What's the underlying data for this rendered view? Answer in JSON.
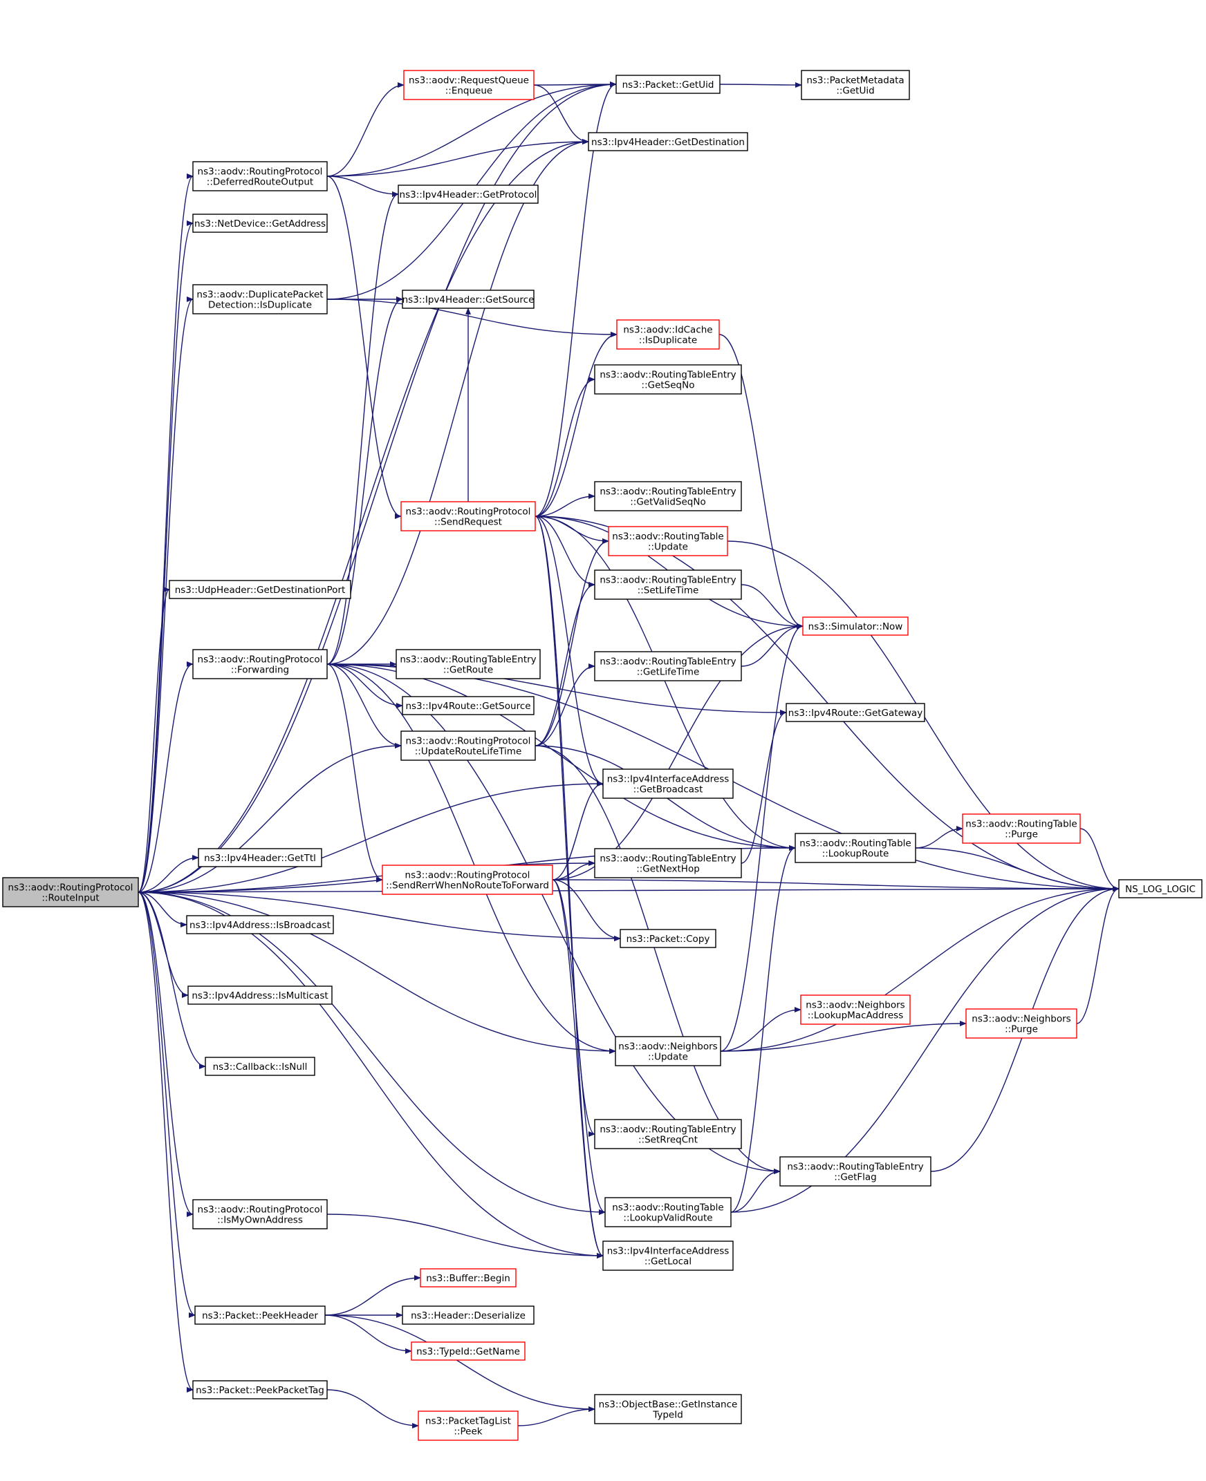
{
  "colors": {
    "edge": "#191970",
    "border": "#000000",
    "border_red": "#ff0000",
    "root_fill": "#bfbfbf"
  },
  "nodes": [
    {
      "id": "root",
      "label": [
        "ns3::aodv::RoutingProtocol",
        "::RouteInput"
      ],
      "style": "root"
    },
    {
      "id": "deferred",
      "label": [
        "ns3::aodv::RoutingProtocol",
        "::DeferredRouteOutput"
      ],
      "style": "normal"
    },
    {
      "id": "netdev",
      "label": [
        "ns3::NetDevice::GetAddress"
      ],
      "style": "normal"
    },
    {
      "id": "duppkt",
      "label": [
        "ns3::aodv::DuplicatePacket",
        "Detection::IsDuplicate"
      ],
      "style": "normal"
    },
    {
      "id": "udp",
      "label": [
        "ns3::UdpHeader::GetDestinationPort"
      ],
      "style": "normal"
    },
    {
      "id": "forwarding",
      "label": [
        "ns3::aodv::RoutingProtocol",
        "::Forwarding"
      ],
      "style": "normal"
    },
    {
      "id": "getttl",
      "label": [
        "ns3::Ipv4Header::GetTtl"
      ],
      "style": "normal"
    },
    {
      "id": "isbcast",
      "label": [
        "ns3::Ipv4Address::IsBroadcast"
      ],
      "style": "normal"
    },
    {
      "id": "ismcast",
      "label": [
        "ns3::Ipv4Address::IsMulticast"
      ],
      "style": "normal"
    },
    {
      "id": "isnull",
      "label": [
        "ns3::Callback::IsNull"
      ],
      "style": "normal"
    },
    {
      "id": "isown",
      "label": [
        "ns3::aodv::RoutingProtocol",
        "::IsMyOwnAddress"
      ],
      "style": "normal"
    },
    {
      "id": "peekhdr",
      "label": [
        "ns3::Packet::PeekHeader"
      ],
      "style": "normal"
    },
    {
      "id": "peektag",
      "label": [
        "ns3::Packet::PeekPacketTag"
      ],
      "style": "normal"
    },
    {
      "id": "enqueue",
      "label": [
        "ns3::aodv::RequestQueue",
        "::Enqueue"
      ],
      "style": "red"
    },
    {
      "id": "getproto",
      "label": [
        "ns3::Ipv4Header::GetProtocol"
      ],
      "style": "normal"
    },
    {
      "id": "getsrc",
      "label": [
        "ns3::Ipv4Header::GetSource"
      ],
      "style": "normal"
    },
    {
      "id": "sendreq",
      "label": [
        "ns3::aodv::RoutingProtocol",
        "::SendRequest"
      ],
      "style": "red"
    },
    {
      "id": "rte_getroute",
      "label": [
        "ns3::aodv::RoutingTableEntry",
        "::GetRoute"
      ],
      "style": "normal"
    },
    {
      "id": "ipv4route_src",
      "label": [
        "ns3::Ipv4Route::GetSource"
      ],
      "style": "normal"
    },
    {
      "id": "updlife",
      "label": [
        "ns3::aodv::RoutingProtocol",
        "::UpdateRouteLifeTime"
      ],
      "style": "normal"
    },
    {
      "id": "sendrerr",
      "label": [
        "ns3::aodv::RoutingProtocol",
        "::SendRerrWhenNoRouteToForward"
      ],
      "style": "red"
    },
    {
      "id": "bufbegin",
      "label": [
        "ns3::Buffer::Begin"
      ],
      "style": "red"
    },
    {
      "id": "deser",
      "label": [
        "ns3::Header::Deserialize"
      ],
      "style": "normal"
    },
    {
      "id": "typename",
      "label": [
        "ns3::TypeId::GetName"
      ],
      "style": "red"
    },
    {
      "id": "ptlpeek",
      "label": [
        "ns3::PacketTagList",
        "::Peek"
      ],
      "style": "red"
    },
    {
      "id": "getuid",
      "label": [
        "ns3::Packet::GetUid"
      ],
      "style": "normal"
    },
    {
      "id": "getdest",
      "label": [
        "ns3::Ipv4Header::GetDestination"
      ],
      "style": "normal"
    },
    {
      "id": "idcache",
      "label": [
        "ns3::aodv::IdCache",
        "::IsDuplicate"
      ],
      "style": "red"
    },
    {
      "id": "getseqno",
      "label": [
        "ns3::aodv::RoutingTableEntry",
        "::GetSeqNo"
      ],
      "style": "normal"
    },
    {
      "id": "getvalidseq",
      "label": [
        "ns3::aodv::RoutingTableEntry",
        "::GetValidSeqNo"
      ],
      "style": "normal"
    },
    {
      "id": "rtupdate",
      "label": [
        "ns3::aodv::RoutingTable",
        "::Update"
      ],
      "style": "red"
    },
    {
      "id": "setlife",
      "label": [
        "ns3::aodv::RoutingTableEntry",
        "::SetLifeTime"
      ],
      "style": "normal"
    },
    {
      "id": "getlife",
      "label": [
        "ns3::aodv::RoutingTableEntry",
        "::GetLifeTime"
      ],
      "style": "normal"
    },
    {
      "id": "getbcast",
      "label": [
        "ns3::Ipv4InterfaceAddress",
        "::GetBroadcast"
      ],
      "style": "normal"
    },
    {
      "id": "getnexthop",
      "label": [
        "ns3::aodv::RoutingTableEntry",
        "::GetNextHop"
      ],
      "style": "normal"
    },
    {
      "id": "pktcopy",
      "label": [
        "ns3::Packet::Copy"
      ],
      "style": "normal"
    },
    {
      "id": "nbupdate",
      "label": [
        "ns3::aodv::Neighbors",
        "::Update"
      ],
      "style": "normal"
    },
    {
      "id": "setreqcnt",
      "label": [
        "ns3::aodv::RoutingTableEntry",
        "::SetRreqCnt"
      ],
      "style": "normal"
    },
    {
      "id": "lookupvalid",
      "label": [
        "ns3::aodv::RoutingTable",
        "::LookupValidRoute"
      ],
      "style": "normal"
    },
    {
      "id": "getlocal",
      "label": [
        "ns3::Ipv4InterfaceAddress",
        "::GetLocal"
      ],
      "style": "normal"
    },
    {
      "id": "getinsttype",
      "label": [
        "ns3::ObjectBase::GetInstance",
        "TypeId"
      ],
      "style": "normal"
    },
    {
      "id": "pmgetuid",
      "label": [
        "ns3::PacketMetadata",
        "::GetUid"
      ],
      "style": "normal"
    },
    {
      "id": "simnow",
      "label": [
        "ns3::Simulator::Now"
      ],
      "style": "red"
    },
    {
      "id": "getgw",
      "label": [
        "ns3::Ipv4Route::GetGateway"
      ],
      "style": "normal"
    },
    {
      "id": "lookuproute",
      "label": [
        "ns3::aodv::RoutingTable",
        "::LookupRoute"
      ],
      "style": "normal"
    },
    {
      "id": "lookupmac",
      "label": [
        "ns3::aodv::Neighbors",
        "::LookupMacAddress"
      ],
      "style": "red"
    },
    {
      "id": "getflag",
      "label": [
        "ns3::aodv::RoutingTableEntry",
        "::GetFlag"
      ],
      "style": "normal"
    },
    {
      "id": "rtpurge",
      "label": [
        "ns3::aodv::RoutingTable",
        "::Purge"
      ],
      "style": "red"
    },
    {
      "id": "nbpurge",
      "label": [
        "ns3::aodv::Neighbors",
        "::Purge"
      ],
      "style": "red"
    },
    {
      "id": "nslog",
      "label": [
        "NS_LOG_LOGIC"
      ],
      "style": "normal"
    }
  ],
  "edges": [
    [
      "root",
      "deferred"
    ],
    [
      "root",
      "netdev"
    ],
    [
      "root",
      "duppkt"
    ],
    [
      "root",
      "udp"
    ],
    [
      "root",
      "forwarding"
    ],
    [
      "root",
      "getttl"
    ],
    [
      "root",
      "isbcast"
    ],
    [
      "root",
      "ismcast"
    ],
    [
      "root",
      "isnull"
    ],
    [
      "root",
      "isown"
    ],
    [
      "root",
      "peekhdr"
    ],
    [
      "root",
      "peektag"
    ],
    [
      "root",
      "getuid"
    ],
    [
      "root",
      "getdest"
    ],
    [
      "root",
      "updlife"
    ],
    [
      "root",
      "getbcast"
    ],
    [
      "root",
      "getnexthop"
    ],
    [
      "root",
      "pktcopy"
    ],
    [
      "root",
      "nbupdate"
    ],
    [
      "root",
      "lookupvalid"
    ],
    [
      "root",
      "getlocal"
    ],
    [
      "root",
      "lookuproute"
    ],
    [
      "root",
      "nslog"
    ],
    [
      "deferred",
      "enqueue"
    ],
    [
      "deferred",
      "getuid"
    ],
    [
      "deferred",
      "getdest"
    ],
    [
      "deferred",
      "getproto"
    ],
    [
      "deferred",
      "sendreq"
    ],
    [
      "enqueue",
      "getuid"
    ],
    [
      "enqueue",
      "getdest"
    ],
    [
      "duppkt",
      "getsrc"
    ],
    [
      "duppkt",
      "idcache"
    ],
    [
      "duppkt",
      "getuid"
    ],
    [
      "forwarding",
      "getsrc"
    ],
    [
      "forwarding",
      "getdest"
    ],
    [
      "forwarding",
      "getproto"
    ],
    [
      "forwarding",
      "rte_getroute"
    ],
    [
      "forwarding",
      "ipv4route_src"
    ],
    [
      "forwarding",
      "updlife"
    ],
    [
      "forwarding",
      "sendrerr"
    ],
    [
      "forwarding",
      "getgw"
    ],
    [
      "forwarding",
      "lookuproute"
    ],
    [
      "forwarding",
      "nbupdate"
    ],
    [
      "forwarding",
      "getflag"
    ],
    [
      "forwarding",
      "nslog"
    ],
    [
      "sendreq",
      "getuid"
    ],
    [
      "sendreq",
      "getseqno"
    ],
    [
      "sendreq",
      "getvalidseq"
    ],
    [
      "sendreq",
      "rtupdate"
    ],
    [
      "sendreq",
      "setlife"
    ],
    [
      "sendreq",
      "getsrc"
    ],
    [
      "sendreq",
      "idcache"
    ],
    [
      "sendreq",
      "simnow"
    ],
    [
      "sendreq",
      "lookuproute"
    ],
    [
      "sendreq",
      "setreqcnt"
    ],
    [
      "sendreq",
      "getlocal"
    ],
    [
      "sendreq",
      "getbcast"
    ],
    [
      "sendreq",
      "nslog"
    ],
    [
      "updlife",
      "getlife"
    ],
    [
      "updlife",
      "setlife"
    ],
    [
      "updlife",
      "rtupdate"
    ],
    [
      "updlife",
      "lookuproute"
    ],
    [
      "updlife",
      "getflag"
    ],
    [
      "sendrerr",
      "getnexthop"
    ],
    [
      "sendrerr",
      "getbcast"
    ],
    [
      "sendrerr",
      "pktcopy"
    ],
    [
      "sendrerr",
      "simnow"
    ],
    [
      "sendrerr",
      "lookupvalid"
    ],
    [
      "sendrerr",
      "getlocal"
    ],
    [
      "sendrerr",
      "nslog"
    ],
    [
      "isown",
      "getlocal"
    ],
    [
      "peekhdr",
      "bufbegin"
    ],
    [
      "peekhdr",
      "deser"
    ],
    [
      "peekhdr",
      "typename"
    ],
    [
      "peekhdr",
      "getinsttype"
    ],
    [
      "peektag",
      "ptlpeek"
    ],
    [
      "ptlpeek",
      "getinsttype"
    ],
    [
      "getuid",
      "pmgetuid"
    ],
    [
      "idcache",
      "simnow"
    ],
    [
      "rtupdate",
      "nslog"
    ],
    [
      "setlife",
      "simnow"
    ],
    [
      "getlife",
      "simnow"
    ],
    [
      "getnexthop",
      "getgw"
    ],
    [
      "nbupdate",
      "lookupmac"
    ],
    [
      "nbupdate",
      "nbpurge"
    ],
    [
      "nbupdate",
      "simnow"
    ],
    [
      "nbupdate",
      "nslog"
    ],
    [
      "lookupvalid",
      "getflag"
    ],
    [
      "lookupvalid",
      "lookuproute"
    ],
    [
      "lookupvalid",
      "nslog"
    ],
    [
      "lookuproute",
      "rtpurge"
    ],
    [
      "lookuproute",
      "nslog"
    ],
    [
      "rtpurge",
      "nslog"
    ],
    [
      "nbpurge",
      "nslog"
    ],
    [
      "getflag",
      "nslog"
    ]
  ]
}
